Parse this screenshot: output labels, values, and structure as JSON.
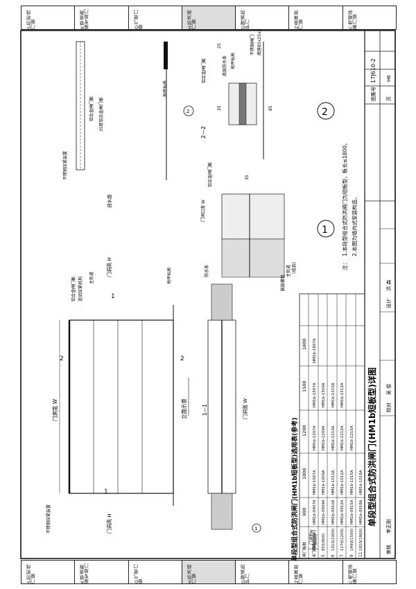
{
  "strip_labels": [
    "S防射线门窗",
    "K铁道救援专用门",
    "Q气密门窗",
    "H防洪闸门窗",
    "D隧道防护门",
    "Z金属屏门窗",
    "C电磁屏蔽门窗"
  ],
  "title_block": {
    "title": "单段型组合式防洪闸门(HM1b短板型)详图",
    "atlas_label": "图集号",
    "atlas_no": "17J610-2",
    "page_label": "页",
    "page_no": "H6",
    "sign_row": [
      "审核",
      "李正刚",
      "校对",
      "吴 俊",
      "设计",
      "洪 森"
    ]
  },
  "notes": {
    "prefix": "注：",
    "lines": [
      "1.本段型组合式防洪闸门为短板型，板长≤1800。",
      "2.本图为墙内式安装构造。"
    ]
  },
  "elevation": {
    "caption": "立面示意",
    "width_label": "门洞宽 W",
    "height_label": "门洞高 H",
    "labels": [
      "不锈钢压紧装置",
      "铝合金闸门板",
      "连动压紧机构",
      "主轨道",
      "地坪标高"
    ],
    "section_marks": [
      "1",
      "2",
      "2",
      "1"
    ]
  },
  "section11": {
    "caption": "1—1",
    "width_label": "门洞宽 W",
    "circle_mark": "1"
  },
  "side_view": {
    "labels": [
      "不锈钢压紧装置",
      "铝合金闸门板",
      "35厚铝合金闸门板",
      "地坪标高",
      "迎水面"
    ],
    "height_label": "门洞高 H",
    "circle_mark": "2"
  },
  "detail1": {
    "labels": [
      "门洞口宽 W",
      "铝合金闸门板",
      "防水条",
      "主轨道",
      "(成品)",
      "膨胀螺栓"
    ],
    "dim": "35",
    "circle": "1"
  },
  "detail2": {
    "labels": [
      "铝合金闸门板",
      "底层防水条",
      "地坪标高",
      "不锈钢闸门",
      "底座85x25x2"
    ],
    "dims": [
      "25",
      "35",
      "85"
    ],
    "circle": "2",
    "caption": "2—2"
  },
  "table": {
    "title": "单段型组合式防洪闸门(HM1b短板型)选用表(参考)",
    "col_a": "闸门板数",
    "col_b_top": "门洞宽W",
    "col_b_sub": "(mm)",
    "col_b_h": "门洞高H(mm)",
    "widths": [
      "900",
      "1000",
      "1200",
      "1500",
      "1800"
    ],
    "rows": [
      {
        "n": "4",
        "h": "690(700)",
        "cells": [
          "HM1b-0907A",
          "HM1b-1007A",
          "HM1b-1207A",
          "HM1b-1507A",
          "HM1b-1807A"
        ]
      },
      {
        "n": "5",
        "h": "850(900)",
        "cells": [
          "HM1b-0909A",
          "HM1b-1009A",
          "HM1b-1209A",
          "HM1b-1509A",
          ""
        ]
      },
      {
        "n": "6",
        "h": "1010(1000)",
        "cells": [
          "HM1b-0910A",
          "HM1b-1010A",
          "HM1b-1210A",
          "HM1b-1510A",
          ""
        ]
      },
      {
        "n": "7",
        "h": "1170(1200)",
        "cells": [
          "HM1b-0912A",
          "HM1b-1012A",
          "HM1b-1212A",
          "HM1b-1512A",
          ""
        ]
      },
      {
        "n": "9",
        "h": "1490(1500)",
        "cells": [
          "HM1b-0915A",
          "HM1b-1015A",
          "HM1b-1215A",
          "",
          ""
        ]
      },
      {
        "n": "11",
        "h": "1810(1800)",
        "cells": [
          "HM1b-0918A",
          "HM1b-1018A",
          "",
          "",
          ""
        ]
      }
    ]
  }
}
